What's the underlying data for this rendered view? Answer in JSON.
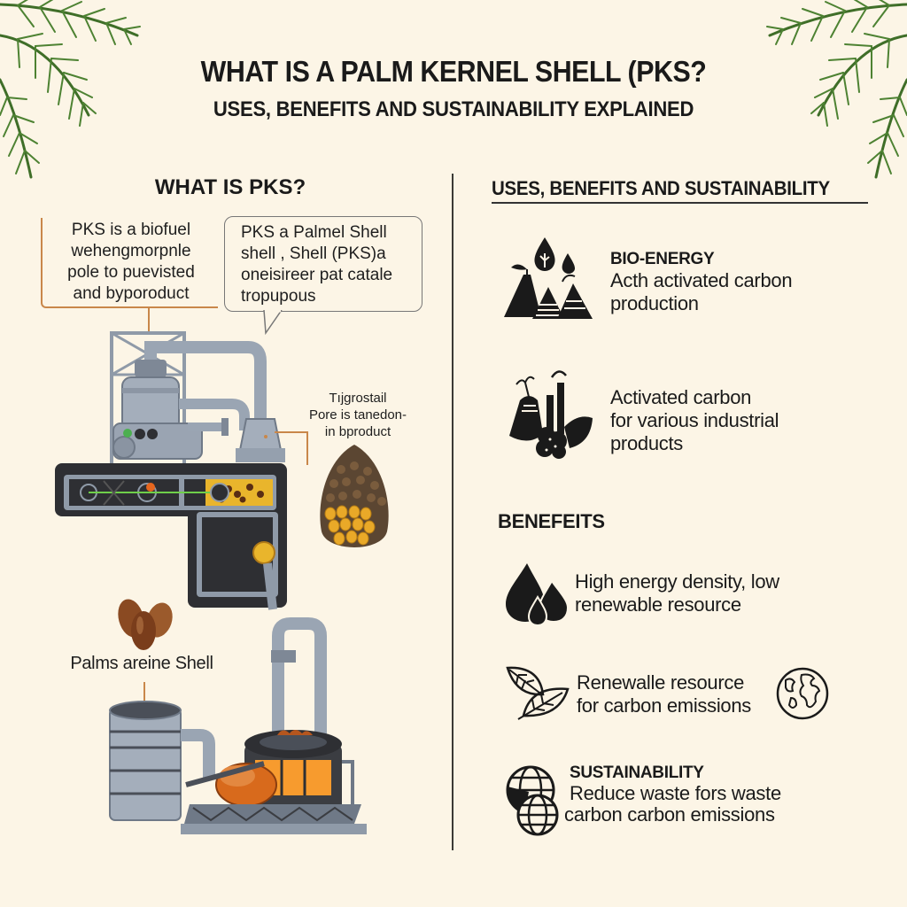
{
  "header": {
    "title": "WHAT IS A PALM KERNEL SHELL (PKS?",
    "subtitle": "USES, BENEFITS AND SUSTAINABILITY EXPLAINED"
  },
  "left": {
    "heading": "WHAT IS PKS?",
    "callout_1": {
      "lines": [
        "PKS is a biofuel",
        "wehengmorpnle",
        "pole to puevisted",
        "and byporoduct"
      ]
    },
    "bubble": {
      "lines": [
        "PKS a Palmel Shell",
        "shell , Shell (PKS)a",
        "oneisireer pat catale",
        "tropupous"
      ]
    },
    "side_label": {
      "lines": [
        "Tıjgrostail",
        "Pore is tanedon-",
        "in bproduct"
      ]
    },
    "shell_label": "Palms areine Shell",
    "illustrations": [
      "processing-plant",
      "palm-fruit-bunch",
      "palm-kernel-shells",
      "boiler-furnace"
    ]
  },
  "right": {
    "heading": "USES, BENEFITS AND SUSTAINABILITY",
    "uses": [
      {
        "icon": "bio-energy-icon",
        "title": "BIO-ENERGY",
        "lines": [
          "Acth activated carbon",
          "production"
        ]
      },
      {
        "icon": "industrial-products-icon",
        "title": "",
        "lines": [
          "Activated carbon",
          "for various industrial",
          "products"
        ]
      }
    ],
    "benefits_heading": "BENEFEITS",
    "benefits": [
      {
        "icon": "water-drops-icon",
        "lines": [
          "High energy density, low",
          "renewable resource"
        ]
      },
      {
        "icon": "leaves-icon",
        "secondary_icon": "globe-icon",
        "lines": [
          "Renewalle resource",
          "for carbon emissions"
        ]
      }
    ],
    "sustainability": {
      "icon": "globes-icon",
      "title": "SUSTAINABILITY",
      "lines": [
        "Reduce waste fors waste",
        "carbon carbon emissions"
      ]
    }
  },
  "colors": {
    "background": "#fcf5e6",
    "text": "#1a1a1a",
    "accent_line": "#c9874a",
    "palm_green": "#3f6e28",
    "machine_grey": "#8f9aa8",
    "machine_dark": "#2e2f33",
    "shell_brown": "#8a4a22",
    "fire_orange": "#f08a20"
  }
}
